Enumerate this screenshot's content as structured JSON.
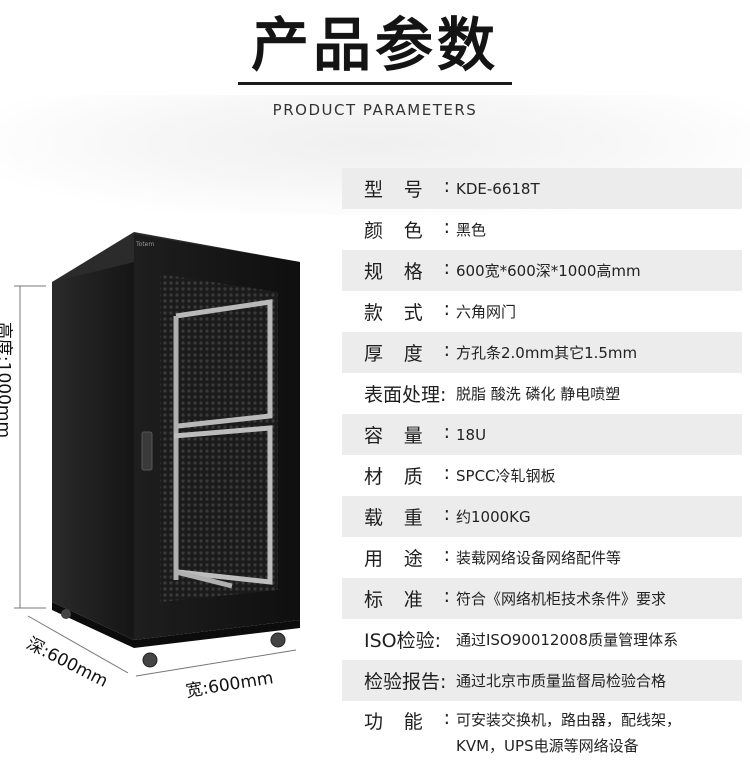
{
  "header": {
    "title": "产品参数",
    "subtitle": "PRODUCT PARAMETERS"
  },
  "dimensions": {
    "height": "高度:1000mm",
    "depth": "深:600mm",
    "width": "宽:600mm"
  },
  "cabinet": {
    "logo": "Totem"
  },
  "params": [
    {
      "label": "型号:",
      "value": "KDE-6618T"
    },
    {
      "label": "颜色:",
      "value": "黑色"
    },
    {
      "label": "规格:",
      "value": "600宽*600深*1000高mm"
    },
    {
      "label": "款式:",
      "value": "六角网门"
    },
    {
      "label": "厚度:",
      "value": "方孔条2.0mm其它1.5mm"
    },
    {
      "label": "表面处理:",
      "value": "脱脂  酸洗  磷化  静电喷塑"
    },
    {
      "label": "容量:",
      "value": "18U"
    },
    {
      "label": "材质:",
      "value": "SPCC冷轧钢板"
    },
    {
      "label": "载重:",
      "value": "约1000KG"
    },
    {
      "label": "用途:",
      "value": "装载网络设备网络配件等"
    },
    {
      "label": "标准:",
      "value": "符合《网络机柜技术条件》要求"
    },
    {
      "label": "ISO检验:",
      "value": "通过ISO90012008质量管理体系"
    },
    {
      "label": "检验报告:",
      "value": "通过北京市质量监督局检验合格"
    },
    {
      "label": "功能:",
      "value": "可安装交换机，路由器，配线架，\nKVM，UPS电源等网络设备"
    }
  ]
}
